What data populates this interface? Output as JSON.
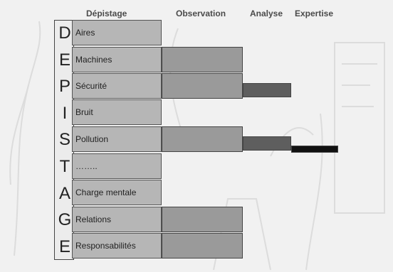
{
  "headers": [
    "Dépistage",
    "Observation",
    "Analyse",
    "Expertise"
  ],
  "vertical_word": [
    "D",
    "E",
    "P",
    "I",
    "S",
    "T",
    "A",
    "G",
    "E"
  ],
  "rows": [
    {
      "label": "Aires",
      "level": 0
    },
    {
      "label": "Machines",
      "level": 1
    },
    {
      "label": "Sécurité",
      "level": 2
    },
    {
      "label": "Bruit",
      "level": 0
    },
    {
      "label": "Pollution",
      "level": 3
    },
    {
      "label": "……..",
      "level": 0
    },
    {
      "label": "Charge mentale",
      "level": 0
    },
    {
      "label": "Relations",
      "level": 1
    },
    {
      "label": "Responsabilités",
      "level": 1
    }
  ],
  "colors": {
    "observation": "#9a9a9a",
    "analyse": "#5e5e5e",
    "expertise": "#111111"
  }
}
